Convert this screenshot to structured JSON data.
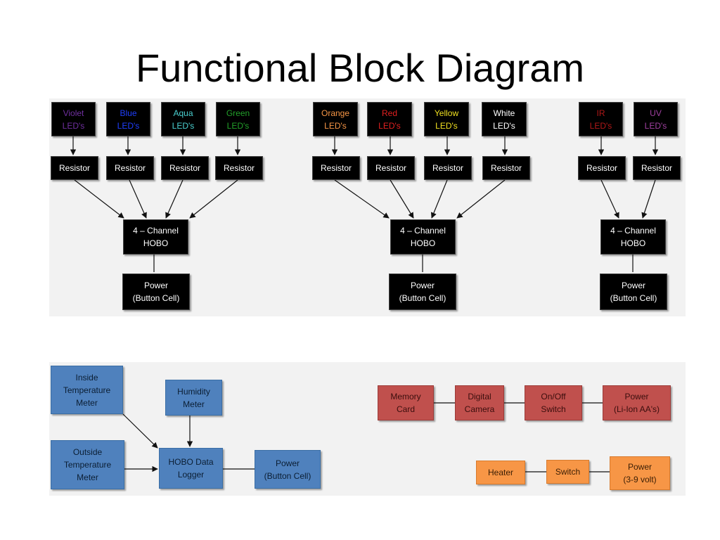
{
  "title": "Functional Block Diagram",
  "colors": {
    "box_dark": "#000000",
    "box_blue": "#4f81bd",
    "box_red": "#c0504d",
    "box_orange": "#f79646",
    "panel": "#f2f2f2"
  },
  "led_groups": [
    {
      "leds": [
        {
          "color_name": "Violet",
          "label": "LED's",
          "color": "#7030a0"
        },
        {
          "color_name": "Blue",
          "label": "LED's",
          "color": "#1f3fff"
        },
        {
          "color_name": "Aqua",
          "label": "LED's",
          "color": "#4bd1d1"
        },
        {
          "color_name": "Green",
          "label": "LED's",
          "color": "#22a02a"
        }
      ],
      "resistor_label": "Resistor",
      "hobo": [
        "4 – Channel",
        "HOBO"
      ],
      "power": [
        "Power",
        "(Button Cell)"
      ]
    },
    {
      "leds": [
        {
          "color_name": "Orange",
          "label": "LED's",
          "color": "#f79646"
        },
        {
          "color_name": "Red",
          "label": "LED's",
          "color": "#e02020"
        },
        {
          "color_name": "Yellow",
          "label": "LED's",
          "color": "#f0e020"
        },
        {
          "color_name": "White",
          "label": "LED's",
          "color": "#ffffff"
        }
      ],
      "resistor_label": "Resistor",
      "hobo": [
        "4 – Channel",
        "HOBO"
      ],
      "power": [
        "Power",
        "(Button Cell)"
      ]
    },
    {
      "leds": [
        {
          "color_name": "IR",
          "label": "LED's",
          "color": "#b01818"
        },
        {
          "color_name": "UV",
          "label": "LED's",
          "color": "#a040a0"
        }
      ],
      "resistor_label": "Resistor",
      "hobo": [
        "4 – Channel",
        "HOBO"
      ],
      "power": [
        "Power",
        "(Button Cell)"
      ]
    }
  ],
  "temperature_system": {
    "inside": [
      "Inside",
      "Temperature",
      "Meter"
    ],
    "humidity": [
      "Humidity",
      "Meter"
    ],
    "outside": [
      "Outside",
      "Temperature",
      "Meter"
    ],
    "logger": [
      "HOBO Data",
      "Logger"
    ],
    "power": [
      "Power",
      "(Button Cell)"
    ]
  },
  "camera_system": {
    "memory": [
      "Memory",
      "Card"
    ],
    "camera": [
      "Digital",
      "Camera"
    ],
    "switch": [
      "On/Off",
      "Switch"
    ],
    "power": [
      "Power",
      "(Li-Ion AA's)"
    ]
  },
  "heater_system": {
    "heater": [
      "Heater"
    ],
    "switch": [
      "Switch"
    ],
    "power": [
      "Power",
      "(3-9 volt)"
    ]
  }
}
